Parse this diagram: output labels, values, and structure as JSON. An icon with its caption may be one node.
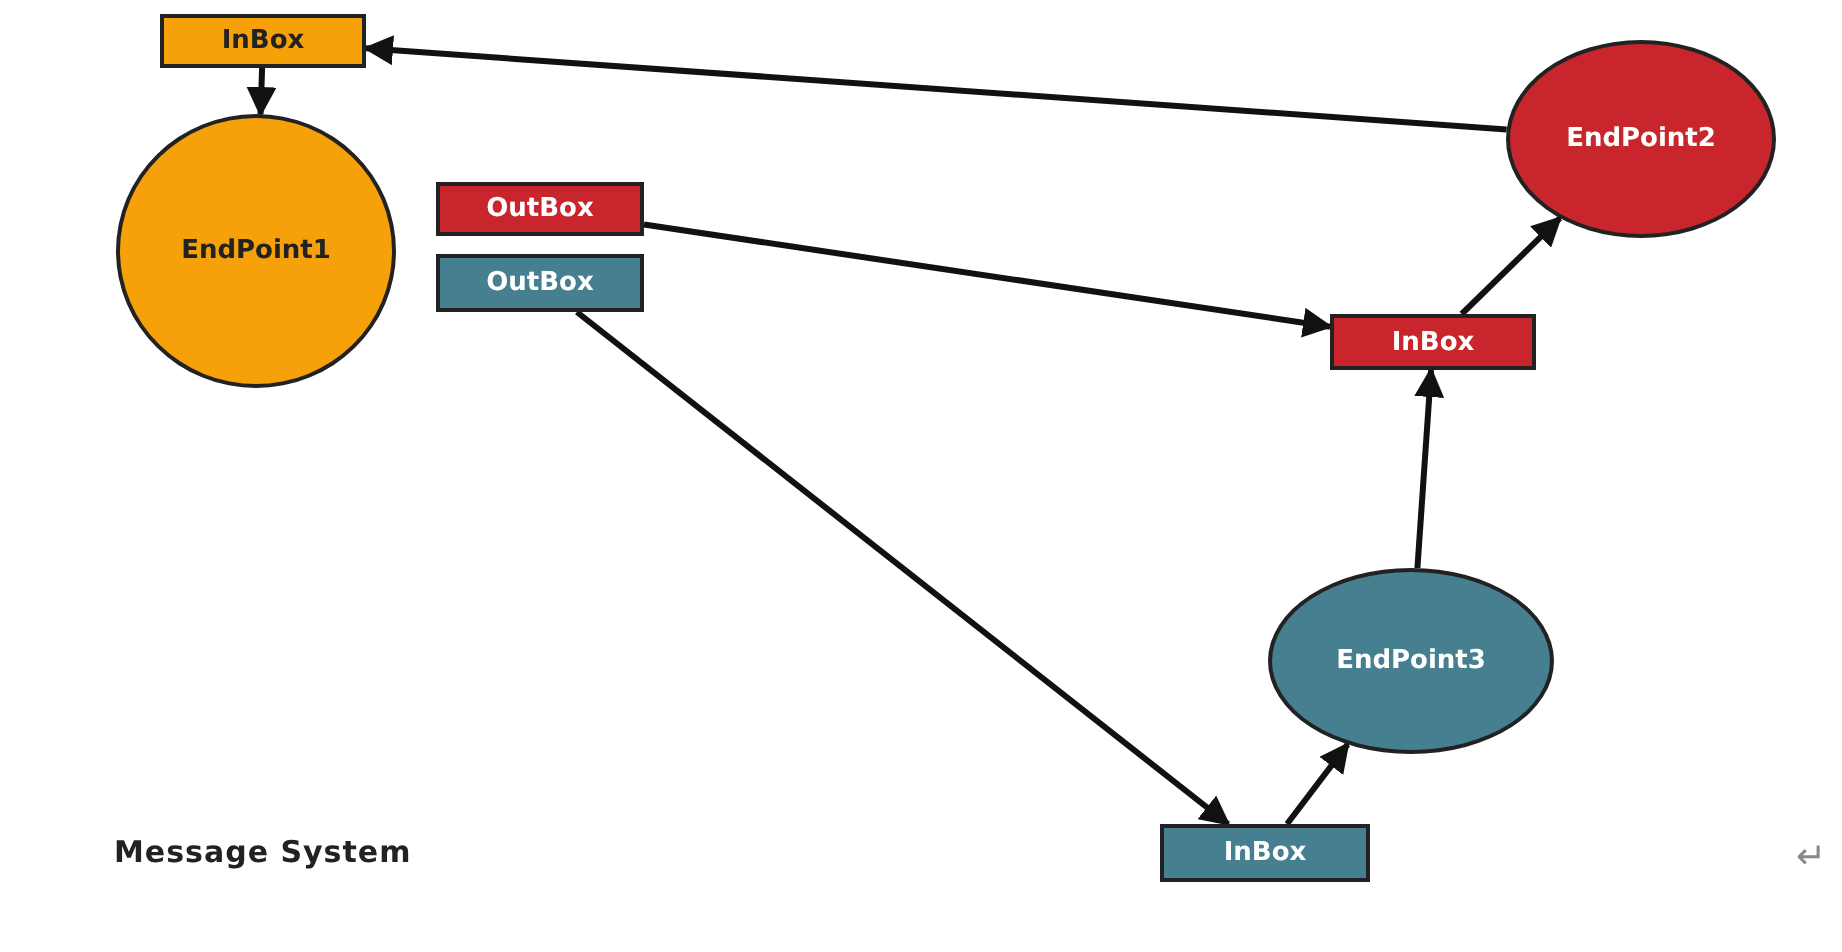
{
  "diagram": {
    "title": "Message System",
    "nodes": [
      {
        "text": [
          "InBox"
        ]
      },
      {
        "text": [
          "EndPoint1"
        ]
      },
      {
        "text": [
          "OutBox"
        ]
      },
      {
        "text": [
          "OutBox"
        ]
      },
      {
        "text": [
          "InBox"
        ]
      },
      {
        "text": [
          "EndPoint2"
        ]
      },
      {
        "text": [
          "EndPoint3"
        ]
      },
      {
        "text": [
          "InBox"
        ]
      }
    ],
    "edges": [
      {
        "from": 5,
        "to": 0,
        "arrow": "to"
      },
      {
        "from": 0,
        "to": 1,
        "arrow": "to"
      },
      {
        "from": 2,
        "to": 4,
        "arrow": "to"
      },
      {
        "from": 3,
        "to": 7,
        "arrow": "to"
      },
      {
        "from": 7,
        "to": 6,
        "arrow": "to"
      },
      {
        "from": 6,
        "to": 4,
        "arrow": "to"
      },
      {
        "from": 4,
        "to": 5,
        "arrow": "to"
      }
    ],
    "labels": [
      "↵"
    ]
  }
}
